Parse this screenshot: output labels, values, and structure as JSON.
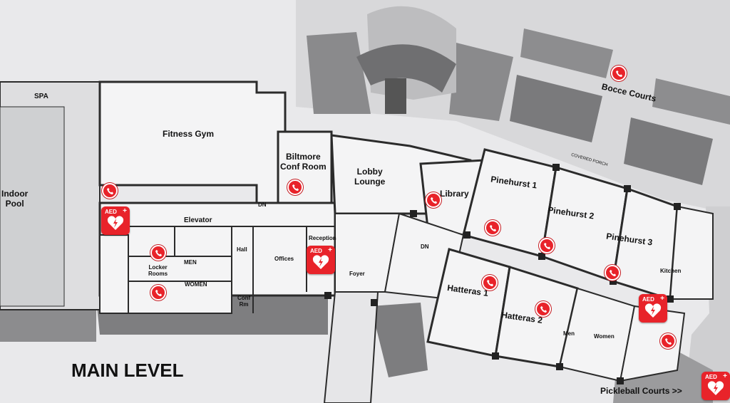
{
  "map_title": "MAIN LEVEL",
  "footer_link": "Pickleball Courts >>",
  "icons": {
    "emergency_phone": "emergency-phone-icon",
    "aed": "aed-heart-icon"
  },
  "colors": {
    "marker_red": "#e8232a",
    "background": "#e9e9eb"
  },
  "aed_label": "AED",
  "rooms": {
    "spa": "SPA",
    "indoor_pool": "Indoor\nPool",
    "fitness_gym": "Fitness Gym",
    "biltmore": "Biltmore\nConf Room",
    "lobby": "Lobby\nLounge",
    "library": "Library",
    "pinehurst1": "Pinehurst 1",
    "pinehurst2": "Pinehurst 2",
    "pinehurst3": "Pinehurst 3",
    "kitchen": "Kitchen",
    "hatteras1": "Hatteras 1",
    "hatteras2": "Hatteras 2",
    "men_right": "Men",
    "women_right": "Women",
    "elevator": "Elevator",
    "dn_left": "DN",
    "dn_right": "DN",
    "reception": "Reception",
    "hall": "Hall",
    "offices": "Offices",
    "foyer": "Foyer",
    "conf_rm": "Conf\nRm",
    "locker_rooms": "Locker\nRooms",
    "men_locker": "MEN",
    "women_locker": "WOMEN",
    "bocce": "Bocce Courts",
    "covered_porch": "COVERED PORCH"
  }
}
